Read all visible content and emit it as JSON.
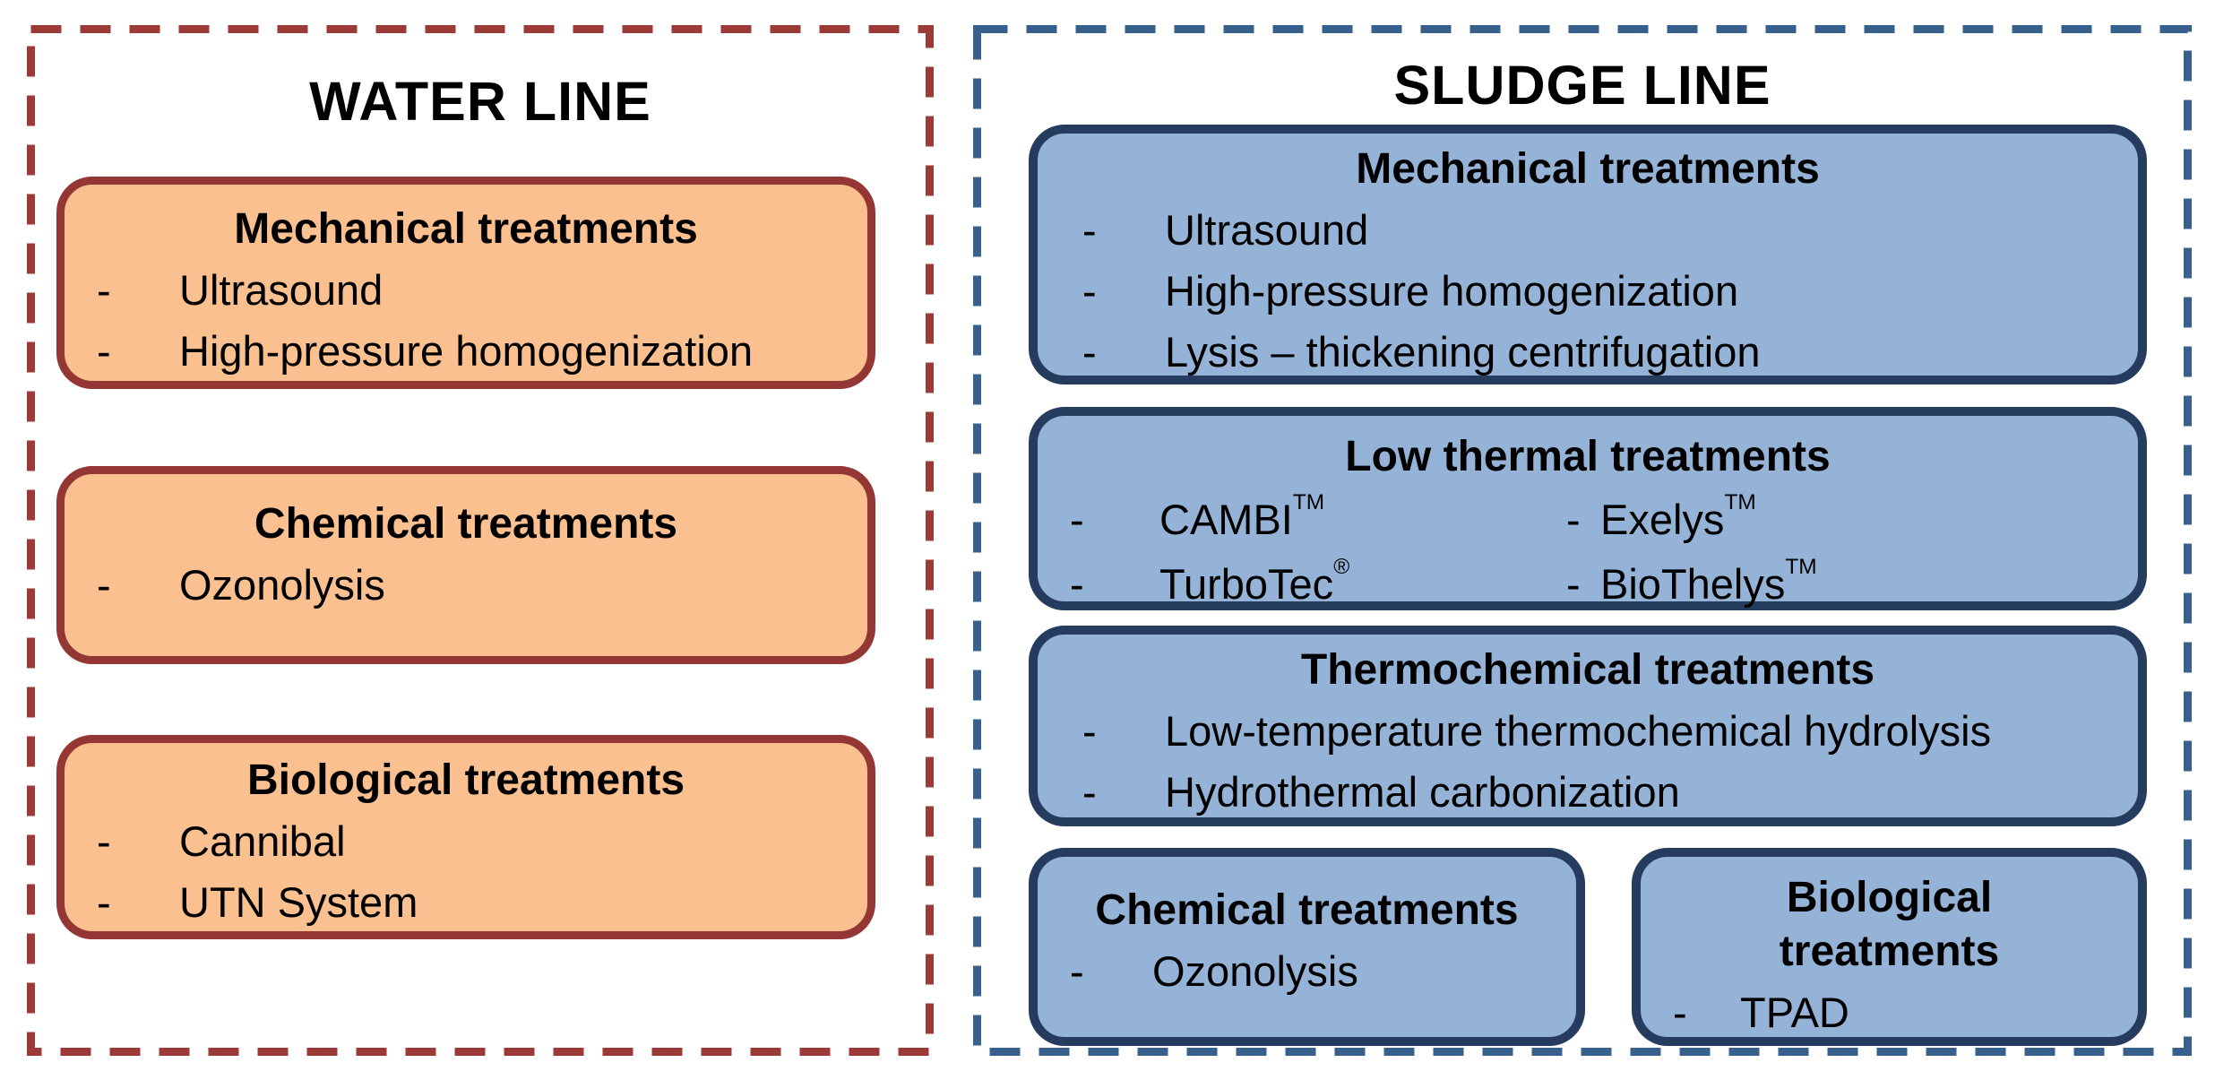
{
  "bullet": "-",
  "colors": {
    "background": "#FFFFFF",
    "text": "#000000",
    "water_box_fill": "#FAC090",
    "water_box_border": "#943634",
    "water_dashed_border": "#9C3A37",
    "sludge_box_fill": "#95B3D7",
    "sludge_box_border": "#253C5F",
    "sludge_dashed_border": "#38608C"
  },
  "water_line": {
    "title": "WATER LINE",
    "boxes": [
      {
        "heading": "Mechanical treatments",
        "items": [
          "Ultrasound",
          "High-pressure homogenization"
        ]
      },
      {
        "heading": "Chemical treatments",
        "items": [
          "Ozonolysis"
        ]
      },
      {
        "heading": "Biological treatments",
        "items": [
          "Cannibal",
          "UTN System"
        ]
      }
    ]
  },
  "sludge_line": {
    "title": "SLUDGE LINE",
    "mechanical": {
      "heading": "Mechanical treatments",
      "items": [
        "Ultrasound",
        "High-pressure homogenization",
        "Lysis – thickening centrifugation"
      ]
    },
    "low_thermal": {
      "heading": "Low thermal treatments",
      "brands": [
        {
          "name": "CAMBI",
          "mark": "TM"
        },
        {
          "name": "Exelys",
          "mark": "TM"
        },
        {
          "name": "TurboTec",
          "mark": "®"
        },
        {
          "name": "BioThelys",
          "mark": "TM"
        }
      ]
    },
    "thermochemical": {
      "heading": "Thermochemical treatments",
      "items": [
        "Low-temperature thermochemical hydrolysis",
        "Hydrothermal carbonization"
      ]
    },
    "chemical": {
      "heading": "Chemical treatments",
      "items": [
        "Ozonolysis"
      ]
    },
    "biological": {
      "heading": "Biological treatments",
      "items": [
        "TPAD"
      ]
    }
  }
}
